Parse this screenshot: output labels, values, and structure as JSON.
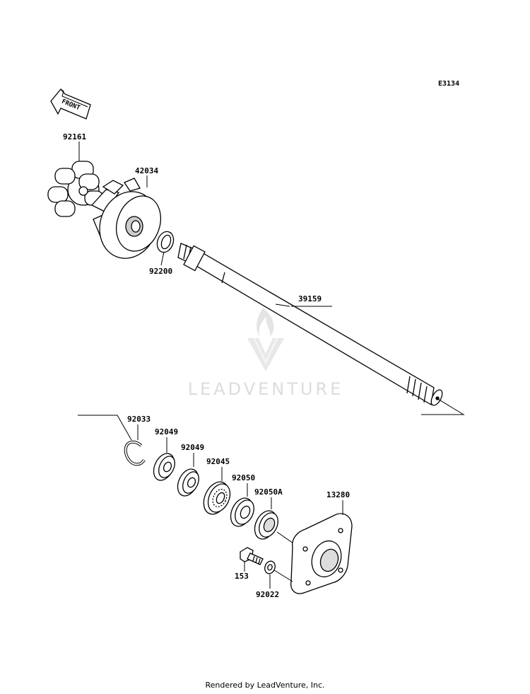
{
  "diagram": {
    "code": "E3134",
    "front_label": "FRONT",
    "watermark": "LEADVENTURE",
    "footer": "Rendered by LeadVenture, Inc.",
    "parts": {
      "p92161": "92161",
      "p42034": "42034",
      "p92200": "92200",
      "p39159": "39159",
      "p92033": "92033",
      "p92049a": "92049",
      "p92049b": "92049",
      "p92045": "92045",
      "p92050": "92050",
      "p92050A": "92050A",
      "p13280": "13280",
      "p153": "153",
      "p92022": "92022"
    }
  }
}
